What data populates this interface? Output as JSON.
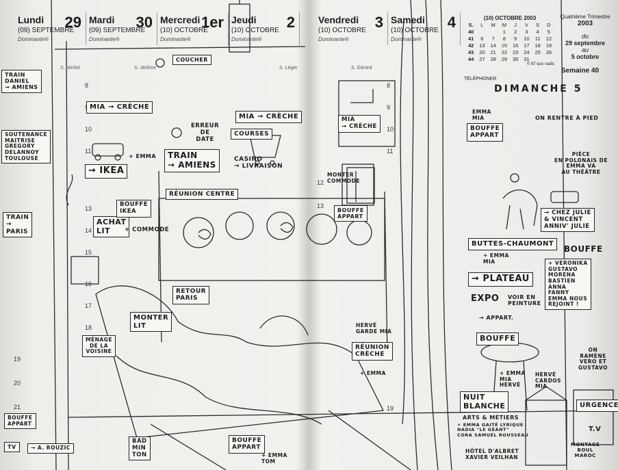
{
  "days": [
    {
      "name": "Lundi",
      "num": "29",
      "month": "(09) SEPTEMBRE",
      "dominante": "Dominante®"
    },
    {
      "name": "Mardi",
      "num": "30",
      "month": "(09) SEPTEMBRE",
      "dominante": "Dominante®"
    },
    {
      "name": "Mercredi",
      "num": "1er",
      "month": "(10) OCTOBRE",
      "dominante": "Dominante®"
    },
    {
      "name": "Jeudi",
      "num": "2",
      "month": "(10) OCTOBRE",
      "dominante": "Dominante®"
    },
    {
      "name": "Vendredi",
      "num": "3",
      "month": "(10) OCTOBRE",
      "dominante": "Dominante®"
    },
    {
      "name": "Samedi",
      "num": "4",
      "month": "(10) OCTOBRE",
      "dominante": "Dominante®"
    }
  ],
  "saints": [
    "S. Michel",
    "S. Jérôme",
    "S. Léger",
    "S. Gérard"
  ],
  "hours": [
    "8",
    "9",
    "10",
    "11",
    "12",
    "13",
    "14",
    "15",
    "16",
    "17",
    "18",
    "19",
    "20",
    "21"
  ],
  "calendar": {
    "title": "(10) OCTOBRE 2003",
    "head": [
      "S.",
      "L",
      "M",
      "M",
      "J",
      "V",
      "S",
      "D"
    ],
    "rows": [
      [
        "40",
        "",
        "",
        "1",
        "2",
        "3",
        "4",
        "5"
      ],
      [
        "41",
        "6",
        "7",
        "8",
        "9",
        "10",
        "11",
        "12"
      ],
      [
        "42",
        "13",
        "14",
        "15",
        "16",
        "17",
        "18",
        "19"
      ],
      [
        "43",
        "20",
        "21",
        "22",
        "23",
        "24",
        "25",
        "26"
      ],
      [
        "44",
        "27",
        "28",
        "29",
        "30",
        "31",
        "",
        ""
      ]
    ],
    "credit": "© 87 quo vadis"
  },
  "quarter": {
    "label": "Quatrième Trimestre",
    "year": "2003",
    "du": "du",
    "start": "29 septembre",
    "au": "au",
    "end": "5 octobre"
  },
  "semaine": "Semaine 40",
  "telephoner": "TÉLÉPHONER",
  "dimanche": "DIMANCHE 5",
  "notes": {
    "train_daniel": "TRAIN\nDANIEL\n→ AMIENS",
    "soutenance": "SOUTENANCE\nMAITRISE\nGREGORY\nDELANNOY\nTOULOUSE",
    "train_paris": "TRAIN\n→\nPARIS",
    "mia_creche_1": "MIA → CRÈCHE",
    "erreur": "ERREUR\nDE\nDATE",
    "coucher": "COUCHER",
    "mia_creche_2": "MIA → CRÈCHE",
    "courses": "COURSES",
    "casino": "CASINO\n→ LIVRAISON",
    "ikea": "→ IKEA",
    "emma_ikea": "+ EMMA",
    "train_amiens": "TRAIN\n→ AMIENS",
    "reunion_centre": "RÉUNION CENTRE",
    "achat_lit": "ACHAT\nLIT",
    "bouffe_ikea": "BOUFFE\nIKEA",
    "commode": "+ COMMODE",
    "retour_paris": "RETOUR\nPARIS",
    "monter_lit": "MONTER\nLIT",
    "menage": "MÉNAGE\nDE LA\nVOISINE",
    "mia_creche_3": "MIA\n→ CRÈCHE",
    "monter_commode": "MONTER\nCOMMODE",
    "bouffe_appart_1": "BOUFFE\nAPPART",
    "herve": "HERVÉ\nGARDE MIA",
    "reunion_creche": "RÉUNION\nCRÈCHE",
    "emma_creche": "+ EMMA",
    "bouffe_appart_2": "BOUFFE\nAPPART",
    "emma_tom": "+ EMMA\nTOM",
    "badminton": "BAD\nMIN\nTON",
    "emma_mia": "EMMA\nMIA",
    "bouffe_appart_3": "BOUFFE\nAPPART",
    "on_rentre": "ON RENTRE À PIED",
    "piece": "PIÈCE\nEN POLONAIS DE\nEMMA VA\nAU THÉÂTRE",
    "chez_julie": "→ CHEZ JULIE\n& VINCENT\nANNIV' JULIE",
    "buttes": "BUTTES-CHAUMONT",
    "emma_mia_2": "+ EMMA\nMIA",
    "bouffe": "BOUFFE",
    "veronika": "+ VERONIKA\nGUSTAVO\nMORENA\nBASTIEN\nANNA\nFANNY\nEMMA NOUS\nREJOINT !",
    "plateau": "→ PLATEAU",
    "expo": "EXPO",
    "voir_peinture": "VOIR EN\nPEINTURE",
    "appart": "→ APPART.",
    "bouffe_2": "BOUFFE",
    "on_ramene": "ON\nRAMÈNE\nVERO ET GUSTAVO",
    "emma_mia_herve": "+ EMMA\nMIA\nHERVÉ",
    "herve_cardos": "HERVÉ\nCARDOS\nMIA",
    "nuit_blanche": "NUIT\nBLANCHE",
    "arts_metiers": "ARTS & MÉTIERS",
    "emma_gaite": "+ EMMA GAITÉ LYRIQUE\nNADIA \"LE GÉANT\"\nCORA SAMUEL ROUSSEAU",
    "hotel": "HÔTEL D'ALBRET\nXAVIER VEILHAN",
    "urgences": "URGENCES",
    "tv": "T.V",
    "montage": "MONTAGE\nBOUL\nMAROC",
    "bouffe_appart_bl": "BOUFFE\nAPPART",
    "tv_bl": "TV",
    "rouzic": "→ A. ROUZIC"
  }
}
